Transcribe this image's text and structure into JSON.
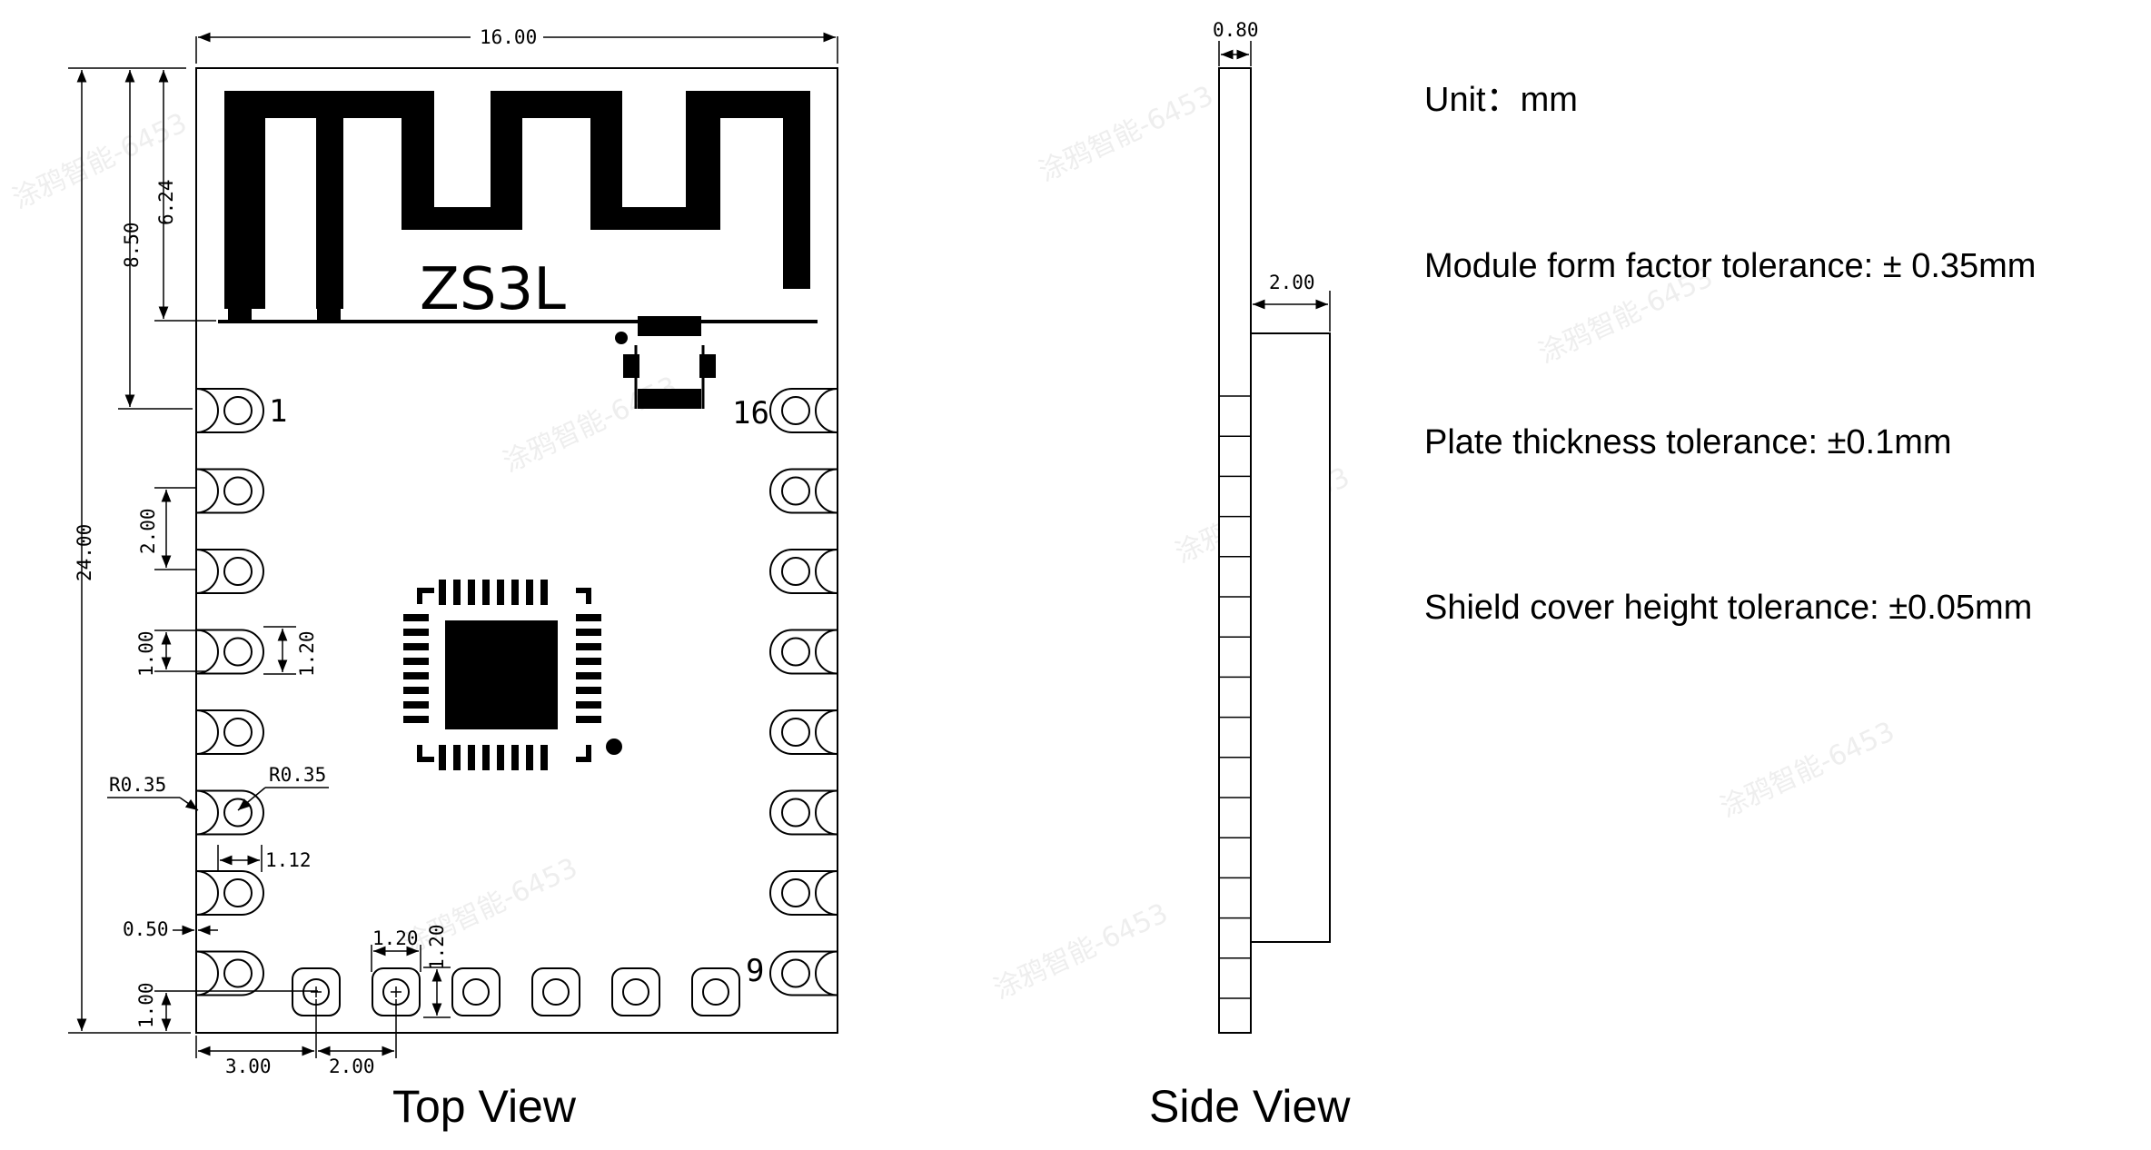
{
  "module": {
    "model": "ZS3L",
    "pin_first": "1",
    "pin_last": "16",
    "pin_bottom": "9"
  },
  "views": {
    "top": "Top View",
    "side": "Side View"
  },
  "dimensions": {
    "width": "16.00",
    "height": "24.00",
    "antenna_height": "8.50",
    "antenna_trace": "6.24",
    "pin_pitch": "2.00",
    "pad_width": "1.00",
    "pad_outer": "1.20",
    "radius_left": "R0.35",
    "radius_right": "R0.35",
    "pad_length": "1.12",
    "edge_gap": "0.50",
    "bottom_edge": "1.00",
    "bottom_pad_w": "1.20",
    "bottom_pad_h": "1.20",
    "bottom_offset": "3.00",
    "bottom_pitch": "2.00",
    "side_thickness": "0.80",
    "shield_height": "2.00"
  },
  "notes": [
    "Unit：mm",
    "Module form factor tolerance: ± 0.35mm",
    "Plate thickness tolerance: ±0.1mm",
    "Shield cover height tolerance: ±0.05mm"
  ],
  "watermark": "涂鸦智能-6453"
}
